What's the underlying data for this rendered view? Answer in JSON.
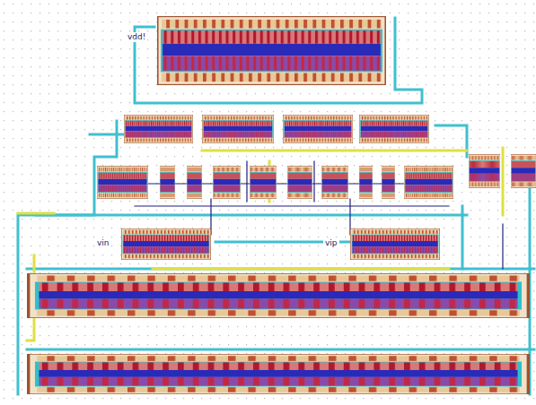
{
  "diagram": {
    "labels": [
      "vdd!",
      "vin",
      "vip"
    ]
  }
}
